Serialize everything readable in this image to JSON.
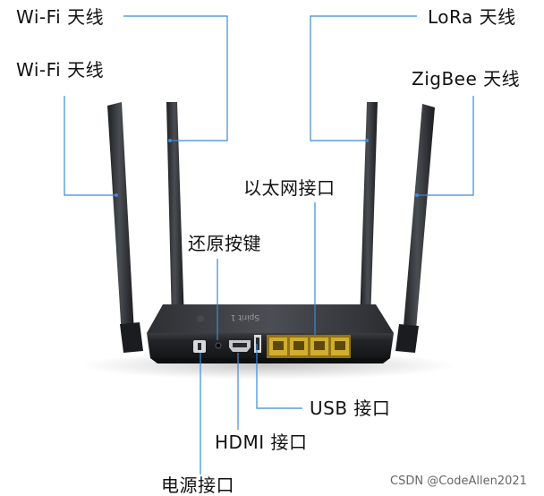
{
  "labels": {
    "wifi_antenna_top": "Wi-Fi 天线",
    "wifi_antenna_second": "Wi-Fi 天线",
    "lora_antenna": "LoRa 天线",
    "zigbee_antenna": "ZigBee 天线",
    "ethernet_ports": "以太网接口",
    "reset_button": "还原按键",
    "usb_port": "USB 接口",
    "hdmi_port": "HDMI 接口",
    "power_port": "电源接口"
  },
  "device": {
    "model_text": "Spirit 1"
  },
  "watermark": "CSDN @CodeAllen2021",
  "colors": {
    "callout_line": "#3b8bd6",
    "antenna": "#2b2d30",
    "body": "#1e1f21",
    "ethernet_ports": "#c9a227",
    "text": "#111111"
  }
}
